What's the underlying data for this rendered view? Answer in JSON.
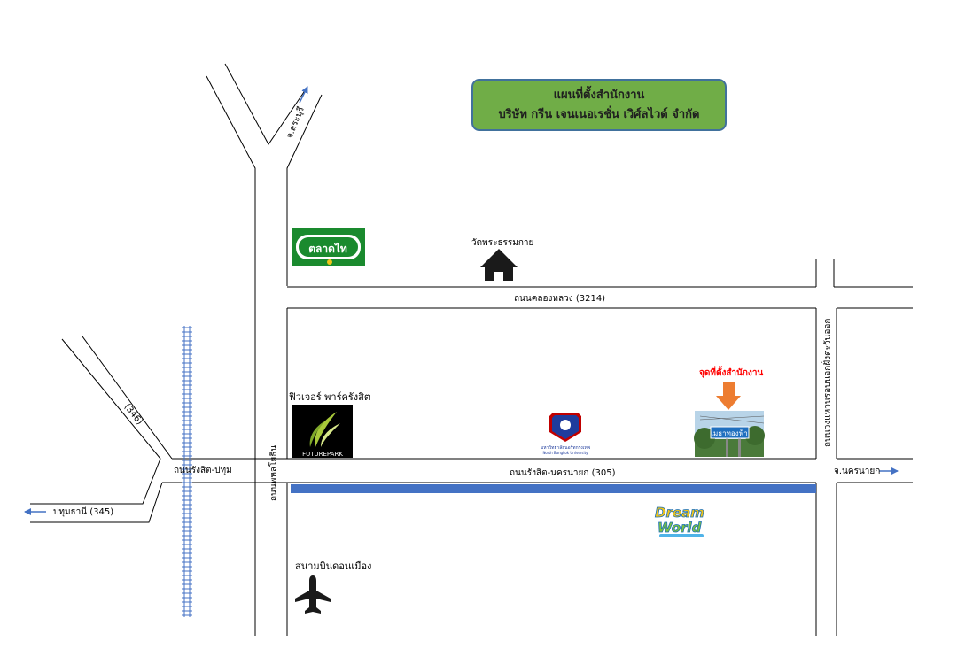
{
  "title": {
    "line1": "แผนที่ตั้งสำนักงาน",
    "line2": "บริษัท กรีน เจนเนอเรชั่น เวิศ์ลไวด์ จำกัด"
  },
  "roads": {
    "saraburi": "จ.สระบุรี",
    "khlong_luang": "ถนนคลองหลวง (3214)",
    "rangsit_nakhonnayok": "ถนนรังสิต-นครนายก (305)",
    "rangsit_pathum": "ถนนรังสิต-ปทุม",
    "road_346": "(346)",
    "pathum_thani": "ปทุมธานี (345)",
    "phahonyothin": "ถนนพหลโยธิน",
    "klong_bang_ban": "ถนนวงแหวนรอบนอกฝั่งตะวันออก",
    "nakhonnayok": "จ.นครนายก"
  },
  "landmarks": {
    "talad_thai_logo": "ตลาดไท",
    "wat": "วัดพระธรรมกาย",
    "future_park": "ฟิวเจอร์ พาร์ครังสิต",
    "future_park_logo": "FUTUREPARK",
    "university_th": "มหาวิทยาลัยนอร์ทกรุงเทพ",
    "university_en": "North Bangkok University",
    "office": "จุดที่ตั้งสำนักงาน",
    "office_sign": "เมธาทองฟ้า",
    "dreamworld_1": "Dream",
    "dreamworld_2": "World",
    "airport": "สนามบินดอนเมือง"
  },
  "colors": {
    "road_line": "#000000",
    "arrow_blue": "#4472c4",
    "title_bg": "#70ad47",
    "office_label": "#ff0000",
    "office_arrow": "#ed7d31",
    "blue_band": "#4472c4",
    "rail": "#4472c4",
    "talad_bg": "#1a8a2e"
  },
  "icons": {
    "home": "home-icon",
    "airplane": "airplane-icon",
    "arrow": "arrow-icon"
  }
}
